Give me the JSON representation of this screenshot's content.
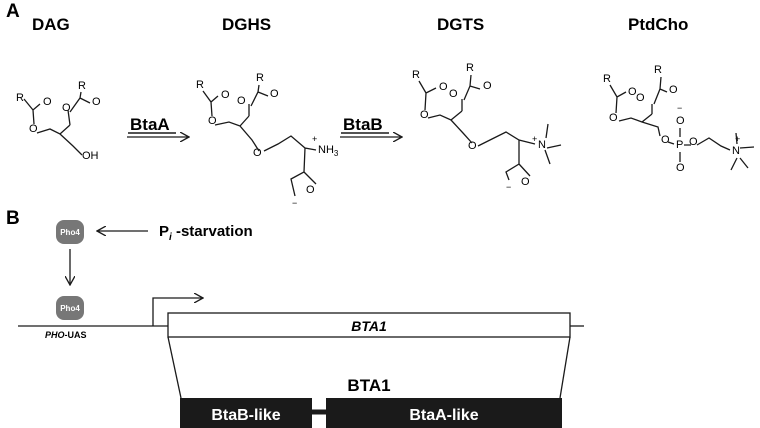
{
  "panels": {
    "a": "A",
    "b": "B"
  },
  "compounds": {
    "dag": "DAG",
    "dghs": "DGHS",
    "dgts": "DGTS",
    "ptdcho": "PtdCho"
  },
  "enzymes": {
    "step1": "BtaA",
    "step2": "BtaB"
  },
  "atoms": {
    "r": "R",
    "o": "O",
    "oh": "OH",
    "nh3": "NH",
    "nh3_sub": "3",
    "n": "N",
    "p": "P",
    "plus": "+",
    "minus": "−"
  },
  "regulation": {
    "pho4": "Pho4",
    "pi_starvation_p": "P",
    "pi_starvation_i": "i",
    "pi_starvation_rest": " -starvation",
    "pho_uas_italic": "PHO",
    "pho_uas_rest": "-UAS"
  },
  "gene": {
    "name": "BTA1"
  },
  "protein": {
    "name": "BTA1",
    "domain_left": "BtaB-like",
    "domain_right": "BtaA-like"
  },
  "colors": {
    "ink": "#1a1a1a",
    "pho4_fill": "#777777",
    "domain_fill": "#1a1a1a"
  }
}
